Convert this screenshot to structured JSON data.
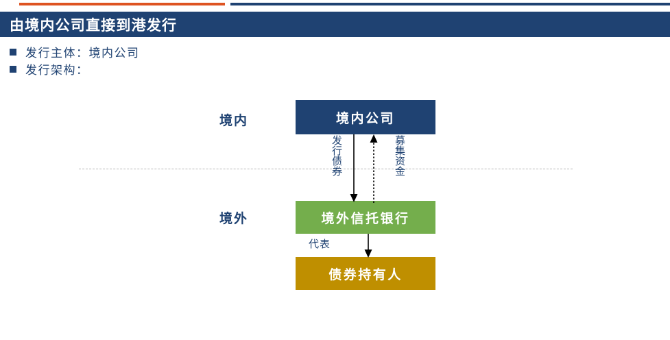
{
  "accents": {
    "orange_rule_color": "#DE5422",
    "blue_rule_color": "#1F4272"
  },
  "header": {
    "title": "由境内公司直接到港发行",
    "bar_color": "#1F4272",
    "title_color": "#FFFFFF"
  },
  "bullets": [
    {
      "marker": "square-bullet",
      "label": "发行主体：境内公司"
    },
    {
      "marker": "square-bullet",
      "label": "发行架构："
    }
  ],
  "diagram": {
    "side_labels": {
      "onshore": "境内",
      "offshore": "境外"
    },
    "divider": "dashed-onshore-offshore-boundary",
    "nodes": [
      {
        "id": "domestic-company",
        "label": "境内公司",
        "color": "#1F4272"
      },
      {
        "id": "offshore-trustee",
        "label": "境外信托银行",
        "color": "#74AE4C"
      },
      {
        "id": "bondholders",
        "label": "债券持有人",
        "color": "#BF8F00"
      }
    ],
    "connectors": [
      {
        "id": "issue-bonds",
        "label": "发行债券",
        "direction": "down",
        "style": "solid",
        "orientation": "vertical"
      },
      {
        "id": "raise-funds",
        "label": "募集资金",
        "direction": "up",
        "style": "dashed",
        "orientation": "vertical"
      },
      {
        "id": "represent",
        "label": "代表",
        "direction": "down",
        "style": "solid",
        "orientation": "horizontal"
      }
    ]
  }
}
